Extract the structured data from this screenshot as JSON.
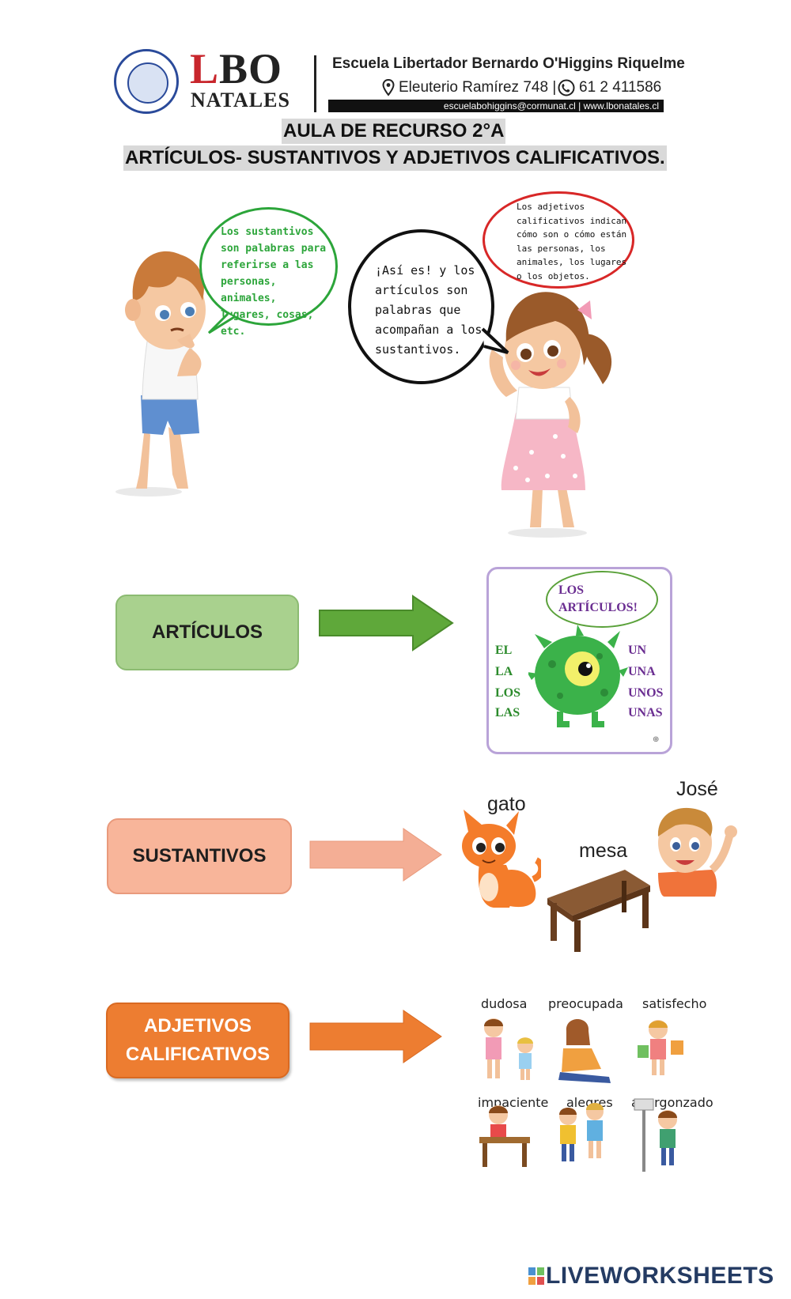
{
  "header": {
    "logo_l": "L",
    "logo_bo": "BO",
    "logo_natales": "NATALES",
    "school_name": "Escuela Libertador Bernardo O'Higgins Riquelme",
    "address": "Eleuterio Ramírez 748 |",
    "phone": "61 2 411586",
    "contact": "escuelabohiggins@cormunat.cl | www.lbonatales.cl"
  },
  "titles": {
    "line1": "AULA DE RECURSO 2°A",
    "line2": "ARTÍCULOS- SUSTANTIVOS Y ADJETIVOS CALIFICATIVOS."
  },
  "bubbles": {
    "green": "Los sustantivos son palabras para referirse a las personas, animales, lugares, cosas, etc.",
    "black": "¡Así es! y los artículos son palabras que acompañan a los sustantivos.",
    "red": "Los adjetivos calificativos indican cómo son o cómo están las personas, los animales, los lugares o los objetos."
  },
  "flow": {
    "articulos": "ARTÍCULOS",
    "sustantivos": "SUSTANTIVOS",
    "adjetivos_1": "ADJETIVOS",
    "adjetivos_2": "CALIFICATIVOS"
  },
  "articles_card": {
    "title_1": "LOS",
    "title_2": "ARTÍCULOS!",
    "left": [
      "EL",
      "LA",
      "LOS",
      "LAS"
    ],
    "right": [
      "UN",
      "UNA",
      "UNOS",
      "UNAS"
    ]
  },
  "nouns": {
    "gato": "gato",
    "mesa": "mesa",
    "jose": "José"
  },
  "adjectives": [
    "dudosa",
    "preocupada",
    "satisfecho",
    "impaciente",
    "alegres",
    "avergonzado"
  ],
  "footer": {
    "watermark": "LIVEWORKSHEETS"
  },
  "colors": {
    "green_box": "#a9d18e",
    "salmon_box": "#f8b59a",
    "orange_box": "#ed7d31",
    "logo_red": "#c8262c",
    "purple": "#6a2d91"
  }
}
